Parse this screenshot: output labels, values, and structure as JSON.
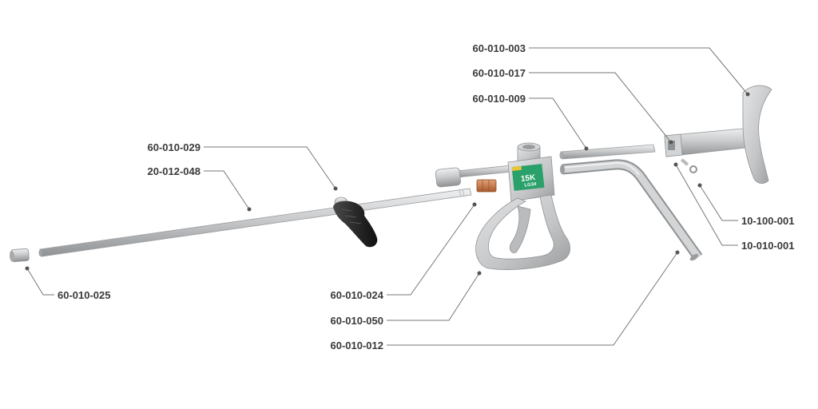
{
  "diagram": {
    "labels": {
      "p_003": "60-010-003",
      "p_017": "60-010-017",
      "p_009": "60-010-009",
      "p_029": "60-010-029",
      "p_048": "20-012-048",
      "p_025": "60-010-025",
      "p_024": "60-010-024",
      "p_050": "60-010-050",
      "p_012": "60-010-012",
      "p_100": "10-100-001",
      "p_001": "10-010-001"
    },
    "gun_label": {
      "big": "15K",
      "small": "LG34"
    },
    "colors": {
      "metal": "#c4c6c8",
      "metal_light": "#e2e3e4",
      "metal_dark": "#8f9294",
      "grip_black": "#2a2a2a",
      "brass": "#c0703c",
      "label_green": "#2aa06a",
      "text": "#3a3a3a",
      "leader": "#777777"
    }
  }
}
